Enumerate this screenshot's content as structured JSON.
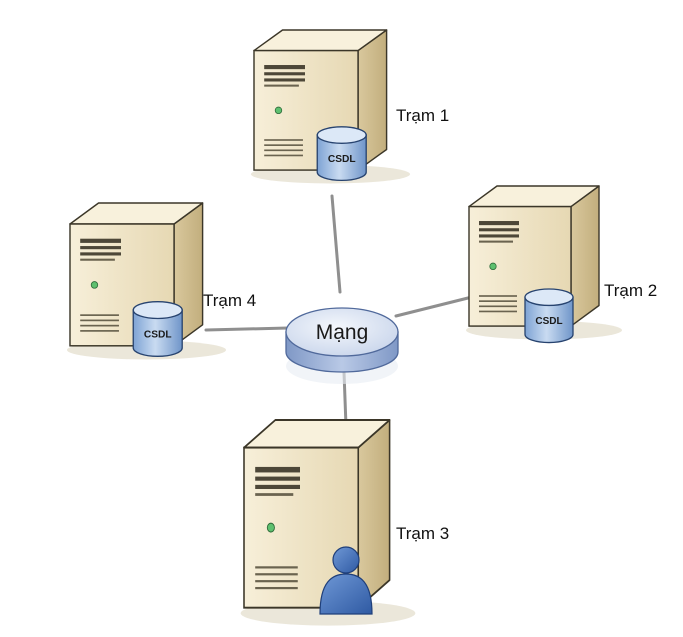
{
  "network": {
    "label": "Mạng",
    "icon": "network-cloud-icon"
  },
  "stations": [
    {
      "label": "Trạm 1",
      "attachment": "database",
      "attachment_label": "CSDL"
    },
    {
      "label": "Trạm 2",
      "attachment": "database",
      "attachment_label": "CSDL"
    },
    {
      "label": "Trạm 3",
      "attachment": "user"
    },
    {
      "label": "Trạm 4",
      "attachment": "database",
      "attachment_label": "CSDL"
    }
  ],
  "colors": {
    "server_front": "#efe5c9",
    "server_side": "#d3c297",
    "server_top": "#f8f1dc",
    "server_outline": "#3b3628",
    "database_fill": "#a9c3e4",
    "database_top": "#d9e6f6",
    "user_fill": "#4a76bd",
    "network_top": "#dfe6f3",
    "network_side": "#8aa2cd",
    "link_line": "#8f8f8f",
    "power_led": "#5ec06f"
  }
}
